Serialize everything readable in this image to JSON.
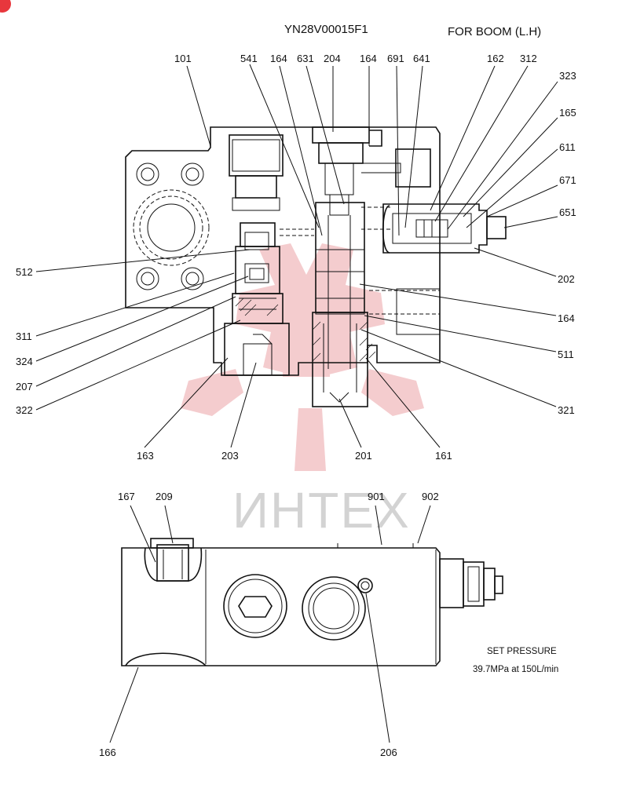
{
  "header": {
    "code": "YN28V00015F1",
    "usage": "FOR BOOM (L.H)"
  },
  "watermark": {
    "text": "ИНТЕХ",
    "color": "#e8373d"
  },
  "callouts": {
    "top": [
      "101",
      "541",
      "164",
      "631",
      "204",
      "164",
      "691",
      "641",
      "162",
      "312"
    ],
    "right": [
      "323",
      "165",
      "611",
      "671",
      "651",
      "202",
      "164",
      "511",
      "321"
    ],
    "left": [
      "512",
      "311",
      "324",
      "207",
      "322"
    ],
    "bottom": [
      "163",
      "203",
      "201",
      "161"
    ],
    "lower_view": [
      "167",
      "209",
      "901",
      "902",
      "166",
      "206"
    ]
  },
  "note": {
    "line1": "SET PRESSURE",
    "line2": "39.7MPa  at  150L/min"
  }
}
